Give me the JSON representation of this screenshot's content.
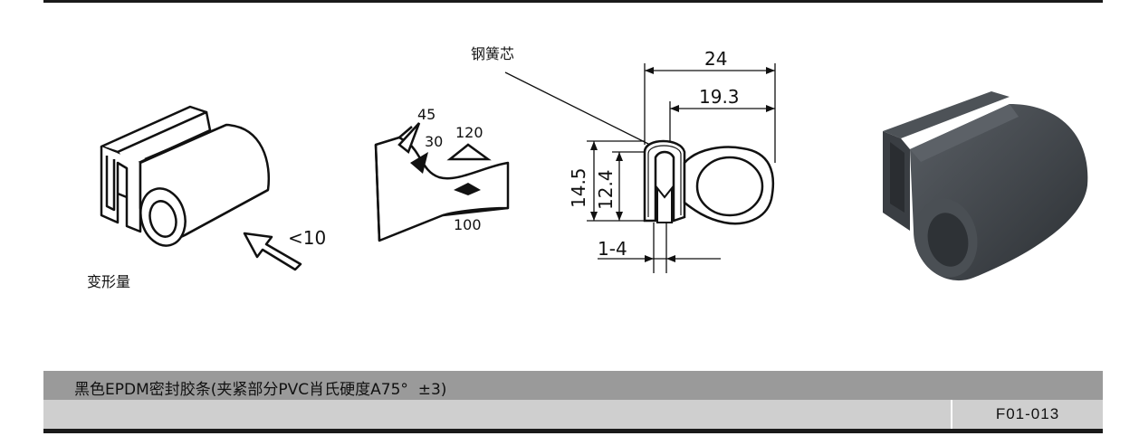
{
  "labels": {
    "deformation": "变形量",
    "steel_core": "钢簧芯"
  },
  "sketch_angles": {
    "a1": "45",
    "a2": "30",
    "a3": "120",
    "a4": "100"
  },
  "deformation_value": "<10",
  "dimensions": {
    "overall_width": "24",
    "inner_width": "19.3",
    "total_height": "14.5",
    "clamp_height": "12.4",
    "clamp_range": "1-4"
  },
  "footer": {
    "description": "黑色EPDM密封胶条(夹紧部分PVC肖氏硬度A75°  ±3)",
    "part_code": "F01-013"
  },
  "colors": {
    "profile_rubber": "#3f4348",
    "header_bar": "#9a9a9a",
    "sub_bar": "#cfcfcf"
  }
}
